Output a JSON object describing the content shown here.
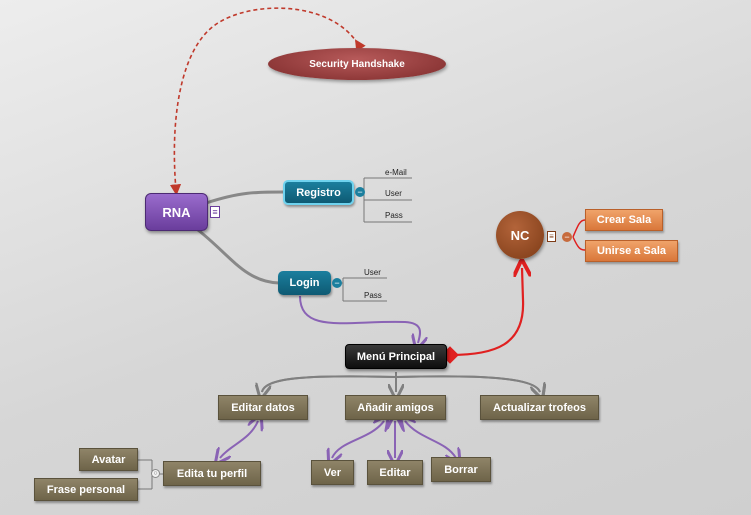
{
  "nodes": {
    "security_handshake": "Security Handshake",
    "rna": "RNA",
    "registro": "Registro",
    "registro_leaves": [
      "e-Mail",
      "User",
      "Pass"
    ],
    "login": "Login",
    "login_leaves": [
      "User",
      "Pass"
    ],
    "nc": "NC",
    "crear_sala": "Crear Sala",
    "unirse_sala": "Unirse a Sala",
    "menu_principal": "Menú Principal",
    "editar_datos": "Editar datos",
    "anadir_amigos": "Añadir amigos",
    "actualizar_trofeos": "Actualizar trofeos",
    "edita_perfil": "Edita tu perfil",
    "avatar": "Avatar",
    "frase_personal": "Frase personal",
    "ver": "Ver",
    "editar": "Editar",
    "borrar": "Borrar"
  },
  "icons": {
    "notes": "notes-icon",
    "collapse": "collapse-icon"
  },
  "colors": {
    "purple": "#7a4aa8",
    "red": "#e02020",
    "gray": "#808080",
    "dashed": "#c0392b"
  }
}
